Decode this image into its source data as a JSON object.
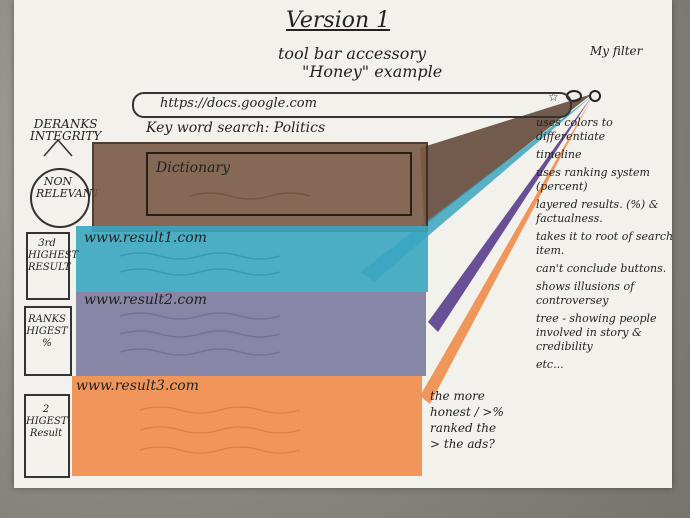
{
  "title": "Version 1",
  "subtitle_line1": "tool bar accessory",
  "subtitle_line2": "\"Honey\" example",
  "my_filter": "My filter",
  "url": "https://docs.google.com",
  "keyword": "Key word search: Politics",
  "deranks": "DERANKS\nINTEGRITY",
  "non_relevant": "NON RELEVANT",
  "dictionary": "Dictionary",
  "results": [
    {
      "url": "www.result1.com",
      "side": "3rd HIGHEST RESULT",
      "color": "#3aa6c1"
    },
    {
      "url": "www.result2.com",
      "side": "RANKS HIGEST %",
      "color": "#7b7aa0"
    },
    {
      "url": "www.result3.com",
      "side": "2 HIGEST Result",
      "color": "#f08c4a"
    }
  ],
  "features": [
    "uses colors to differentiate",
    "timeline",
    "uses ranking system (percent)",
    "layered results. (%) & factualness.",
    "takes it to root of search item.",
    "can't conclude buttons.",
    "shows illusions of controversey",
    "tree - showing people involved in story & credibility",
    "etc..."
  ],
  "honest_note": "the more\nhonest / >%\nranked the\n> the ads?"
}
